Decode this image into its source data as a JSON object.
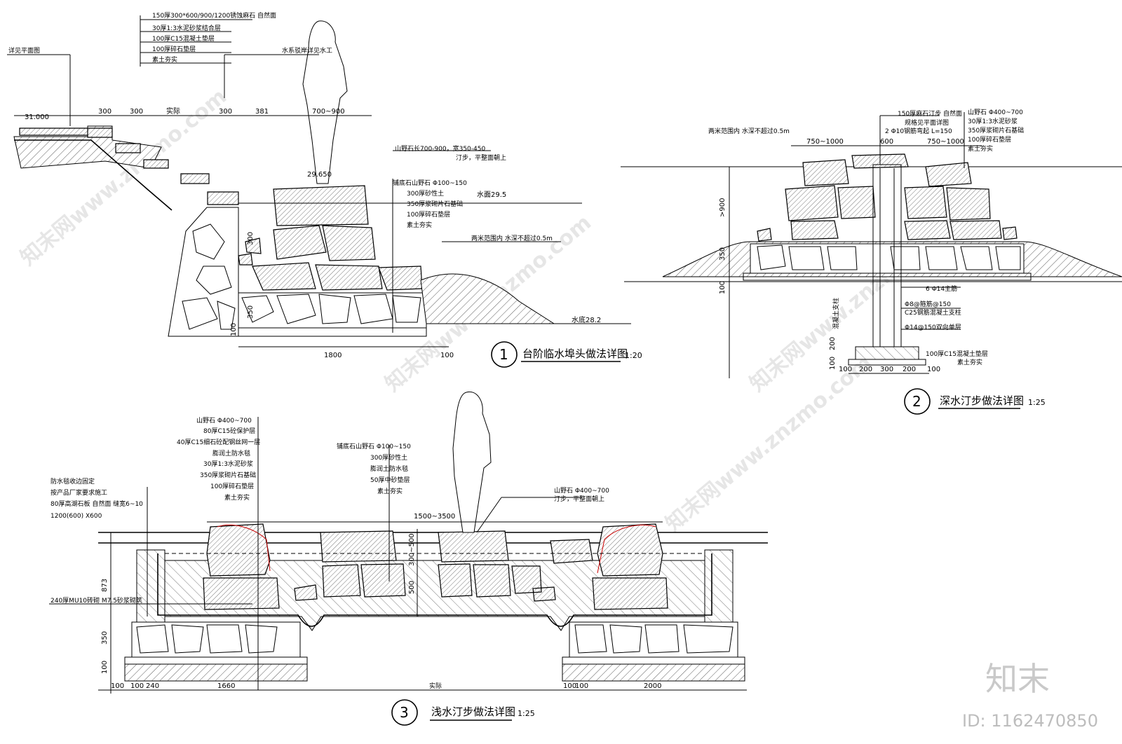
{
  "watermarks": {
    "brand_large": "知末",
    "id_label": "ID: 1162470850",
    "diag_text": "知末网www.znzmo.com"
  },
  "detail1": {
    "number": "1",
    "title": "台阶临水埠头做法详图",
    "scale": "1:20",
    "notes": [
      "150厚300*600/900/1200锈蚀麻石 自然面",
      "30厚1:3水泥砂浆结合层",
      "100厚C15混凝土垫层",
      "100厚碎石垫层",
      "素土夯实"
    ],
    "see_plan": "详见平面图",
    "ref_water": "水系驳岸详见水工",
    "rock_note": "山野石长700-900，宽350-450",
    "rock_note2": "汀步，平整面朝上",
    "base_notes": [
      "铺底石山野石 Φ100~150",
      "300厚砂性土",
      "350厚浆砌片石基础",
      "100厚碎石垫层",
      "素土夯实"
    ],
    "water_level": "水面29.5",
    "mud_note": "两米范围内 水深不超过0.5m",
    "bottom_level": "水底28.2",
    "top_level": "31.000",
    "step_level": "29.650",
    "dims_top": [
      "300",
      "300",
      "实际",
      "300",
      "381",
      "700~900"
    ],
    "dims_bottom": [
      "1800",
      "100"
    ],
    "dims_side": [
      "300",
      "350",
      "100"
    ]
  },
  "detail2": {
    "number": "2",
    "title": "深水汀步做法详图",
    "scale": "1:25",
    "notes_mid": [
      "150厚麻石汀步 自然面",
      "规格见平面详图",
      "2 Φ10钢筋弯起 L=150"
    ],
    "notes_right": [
      "山野石 Φ400~700",
      "30厚1:3水泥砂浆",
      "350厚浆砌片石基础",
      "100厚碎石垫层",
      "素土夯实"
    ],
    "mud_note": "两米范围内 水深不超过0.5m",
    "rebar_notes": [
      "6 Φ14主筋",
      "Φ8@箍筋@150",
      "C25钢筋混凝土支柱",
      "Φ14@150双向单层",
      "100厚C15混凝土垫层",
      "素土夯实"
    ],
    "side_note": "混凝土支柱",
    "dims_top": [
      "750~1000",
      "600",
      "750~1000"
    ],
    "dims_side": [
      ">900",
      "350",
      "100",
      "200",
      "100"
    ],
    "dims_bottom": [
      "100",
      "200",
      "300",
      "200",
      "100"
    ]
  },
  "detail3": {
    "number": "3",
    "title": "浅水汀步做法详图",
    "scale": "1:25",
    "notes_left": [
      "山野石 Φ400~700",
      "80厚C15砼保护层",
      "40厚C15细石砼配钢丝网一层",
      "膨润土防水毯",
      "30厚1:3水泥砂浆",
      "350厚浆砌片石基础",
      "100厚碎石垫层",
      "素土夯实"
    ],
    "notes_mid": [
      "铺底石山野石 Φ100~150",
      "300厚砂性土",
      "膨润土防水毯",
      "50厚中砂垫层",
      "素土夯实"
    ],
    "notes_far_left": [
      "防水毯收边固定",
      "按产品厂家要求施工",
      "80厚高湖石板 自然面 缝宽6~10",
      "1200(600) X600"
    ],
    "wall_note": "240厚MU10砖砌 M7.5砂浆砌筑",
    "rock_note": "山野石 Φ400~700",
    "rock_note2": "汀步，平整面朝上",
    "dims_top": [
      "1500~3500"
    ],
    "dims_side": [
      "873",
      "350",
      "100"
    ],
    "dims_mid": [
      "300~500",
      "500"
    ],
    "dims_bottom": [
      "100",
      "100",
      "240",
      "1660",
      "实际",
      "100",
      "100",
      "2000"
    ]
  }
}
